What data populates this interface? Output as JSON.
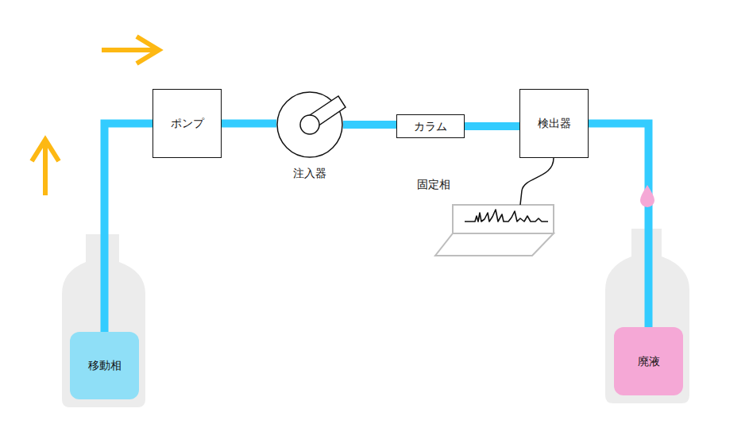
{
  "diagram": {
    "nodes": [
      {
        "text": [
          "移動相"
        ]
      },
      {
        "text": [
          "ポンプ"
        ]
      },
      {
        "text": [
          "注入器"
        ]
      },
      {
        "text": [
          "カラム"
        ]
      },
      {
        "text": [
          "検出器"
        ]
      },
      {
        "text": [
          "廃液"
        ]
      }
    ],
    "edges": [
      {
        "from": 0,
        "to": 1,
        "arrow": "none"
      },
      {
        "from": 1,
        "to": 2,
        "arrow": "none"
      },
      {
        "from": 2,
        "to": 3,
        "arrow": "none"
      },
      {
        "from": 3,
        "to": 4,
        "arrow": "none"
      },
      {
        "from": 4,
        "to": 5,
        "arrow": "none"
      }
    ],
    "labels": [
      "固定相"
    ]
  }
}
